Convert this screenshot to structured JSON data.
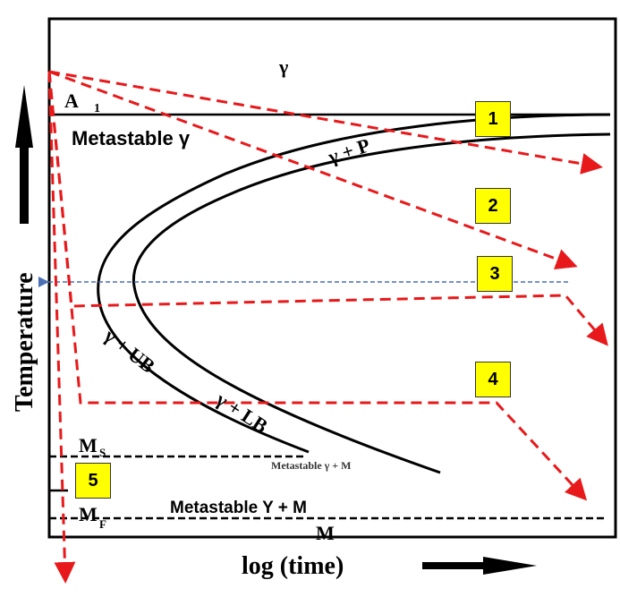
{
  "labels": {
    "gamma": "γ",
    "a1": "A",
    "a1_sub": "1",
    "metastable_gamma": "Metastable γ",
    "gamma_p": "γ + P",
    "gamma_ub": "γ + UB",
    "gamma_lb": "γ + LB",
    "ms": "M",
    "ms_sub": "S",
    "mf": "M",
    "mf_sub": "F",
    "metastable_gamma_m_small": "Metastable γ  + M",
    "metastable_y_m": "Metastable Y + M",
    "m": "M",
    "xlabel": "log (time)",
    "ylabel": "Temperature"
  },
  "paths": [
    "1",
    "2",
    "3",
    "4",
    "5"
  ],
  "colors": {
    "cooling_path": "#e8191b",
    "label_box": "#ffff00",
    "reference_line": "#4a6fb5"
  }
}
